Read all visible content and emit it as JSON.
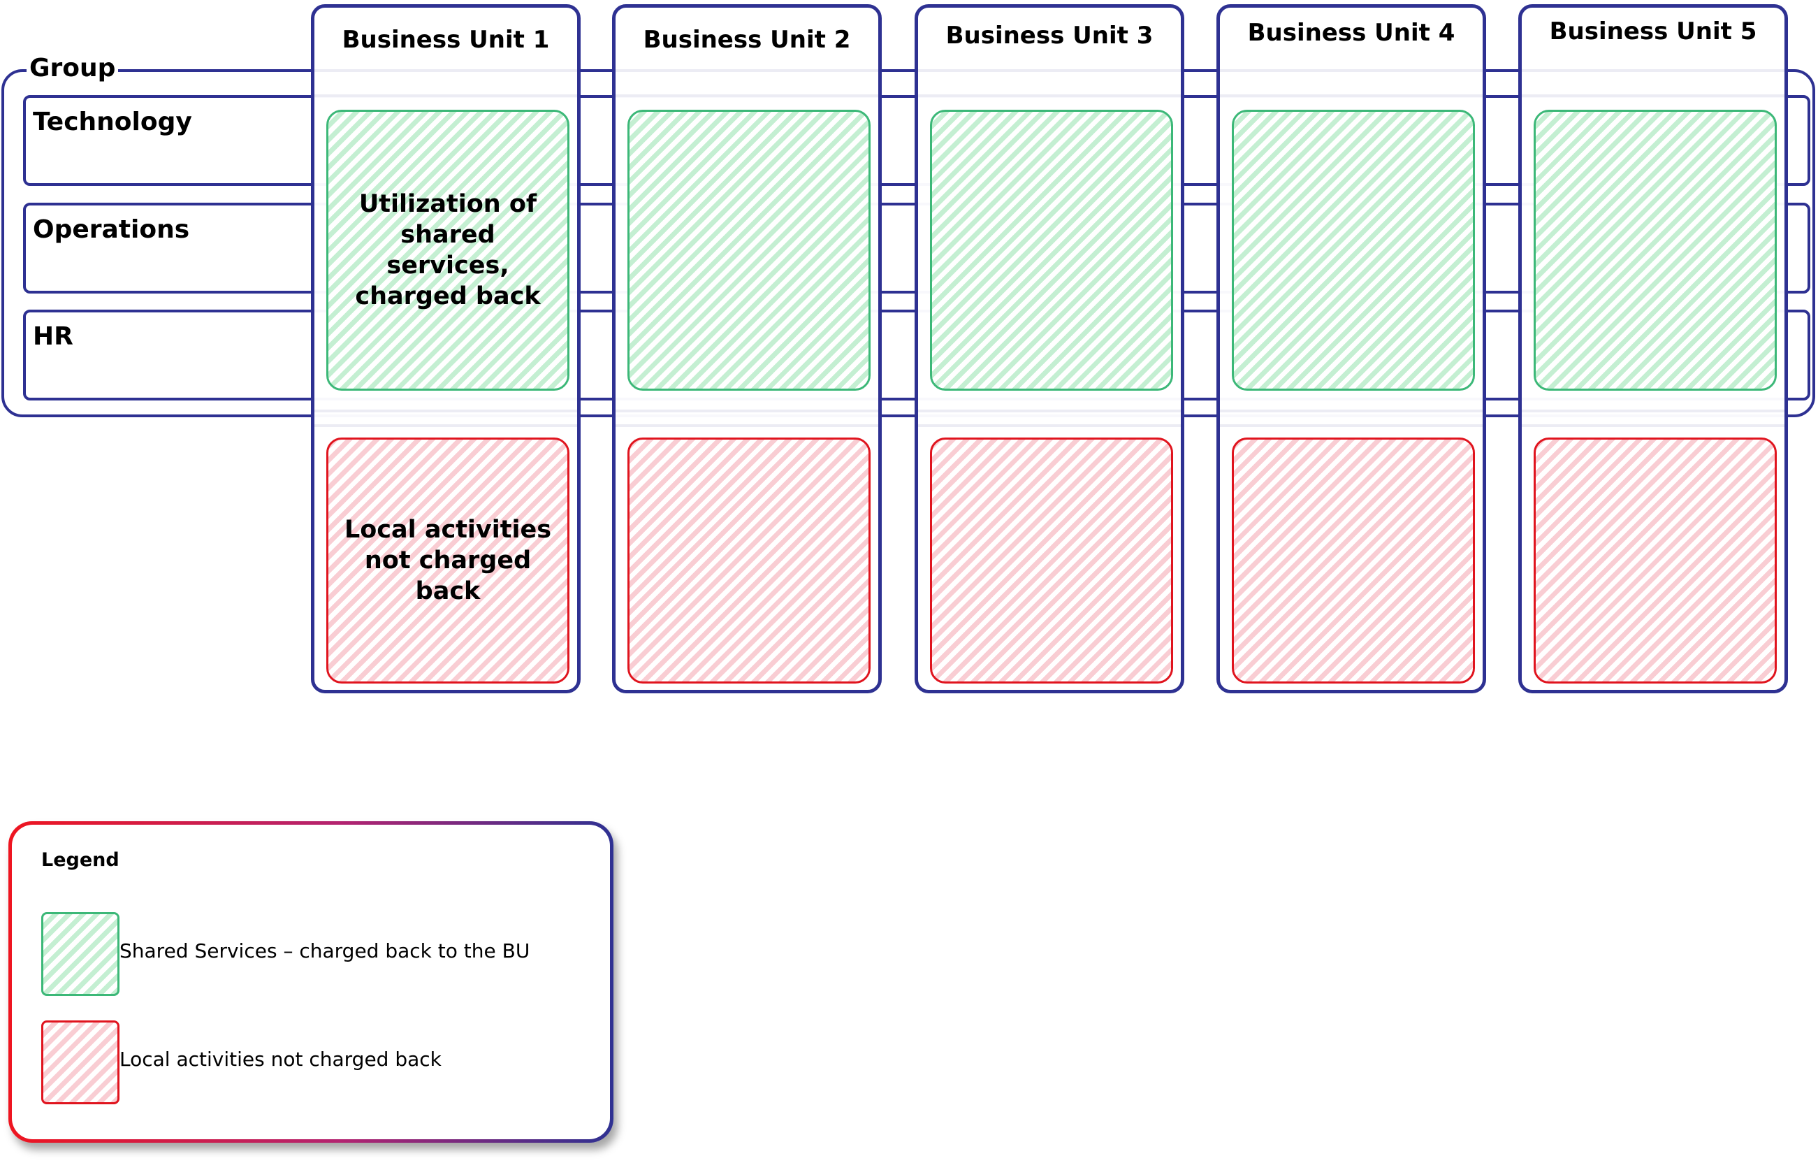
{
  "group": {
    "label": "Group",
    "rows": [
      {
        "label": "Technology"
      },
      {
        "label": "Operations"
      },
      {
        "label": "HR"
      }
    ]
  },
  "business_units": [
    {
      "title": "Business Unit 1",
      "shared_text": "Utilization of\nshared services,\ncharged back",
      "local_text": "Local activities\nnot charged\nback"
    },
    {
      "title": "Business Unit 2",
      "shared_text": "",
      "local_text": ""
    },
    {
      "title": "Business Unit 3",
      "shared_text": "",
      "local_text": ""
    },
    {
      "title": "Business Unit 4",
      "shared_text": "",
      "local_text": ""
    },
    {
      "title": "Business Unit 5",
      "shared_text": "",
      "local_text": ""
    }
  ],
  "legend": {
    "title": "Legend",
    "items": [
      {
        "label": "Shared Services – charged back to the BU",
        "color": "#3cb878"
      },
      {
        "label": "Local activities not charged back",
        "color": "#e0141e"
      }
    ]
  },
  "colors": {
    "frame": "#2e3192",
    "shared": "#3cb878",
    "local": "#e0141e"
  }
}
